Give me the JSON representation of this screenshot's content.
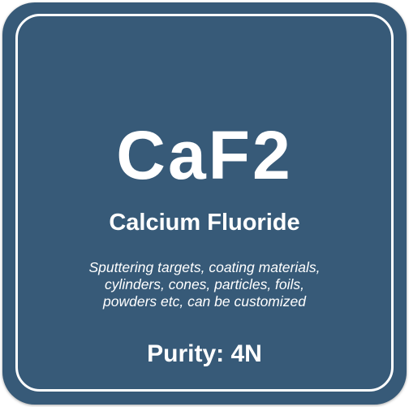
{
  "product": {
    "formula": "CaF2",
    "name": "Calcium Fluoride",
    "description_lines": [
      "Sputtering targets, coating materials,",
      "cylinders, cones, particles, foils,",
      "powders etc, can be customized"
    ],
    "purity": "Purity: 4N"
  },
  "colors": {
    "tile_background": "#375a78",
    "text": "#ffffff",
    "border": "#ffffff"
  }
}
